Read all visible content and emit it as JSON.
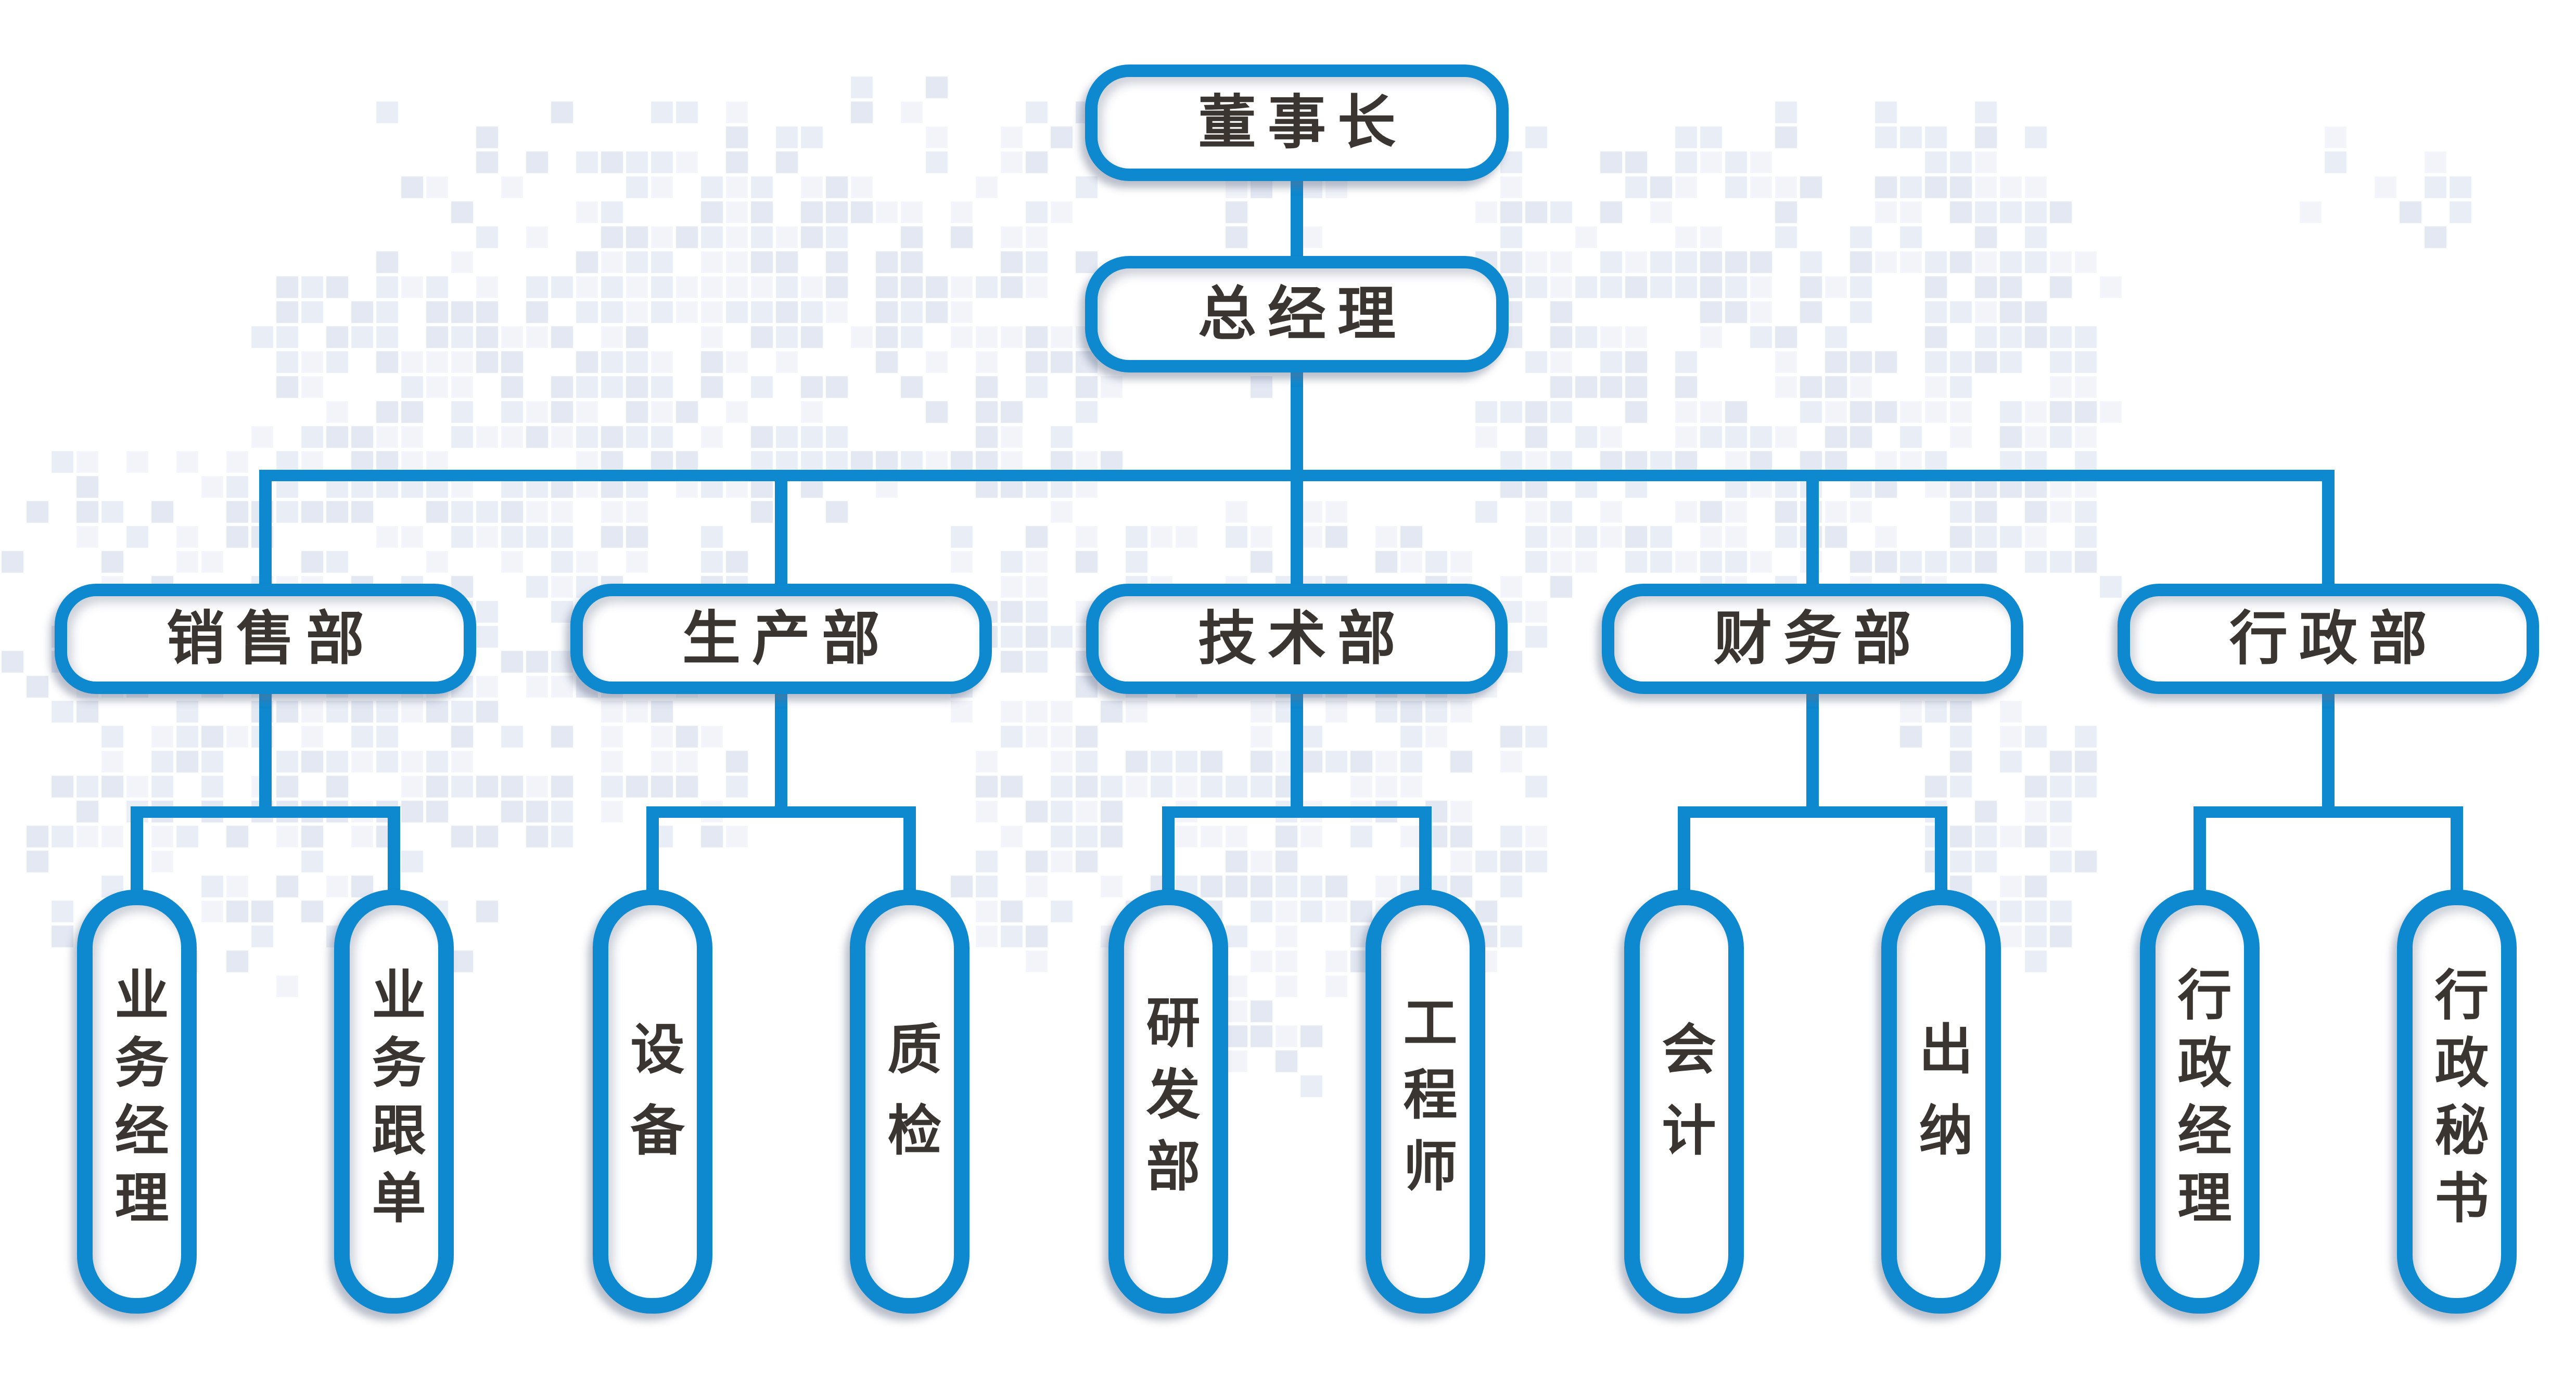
{
  "org": {
    "chairman": "董事长",
    "general_manager": "总经理",
    "departments": [
      {
        "label": "销售部",
        "children": [
          "业务经理",
          "业务跟单"
        ]
      },
      {
        "label": "生产部",
        "children": [
          "设备",
          "质检"
        ]
      },
      {
        "label": "技术部",
        "children": [
          "研发部",
          "工程师"
        ]
      },
      {
        "label": "财务部",
        "children": [
          "会计",
          "出纳"
        ]
      },
      {
        "label": "行政部",
        "children": [
          "行政经理",
          "行政秘书"
        ]
      }
    ]
  },
  "colors": {
    "line_blue": "#0e88cf",
    "text_dark": "#3a3531",
    "mosaic_palette": [
      "#e9edf6",
      "#e3e8f3",
      "#f2f4fa"
    ]
  }
}
